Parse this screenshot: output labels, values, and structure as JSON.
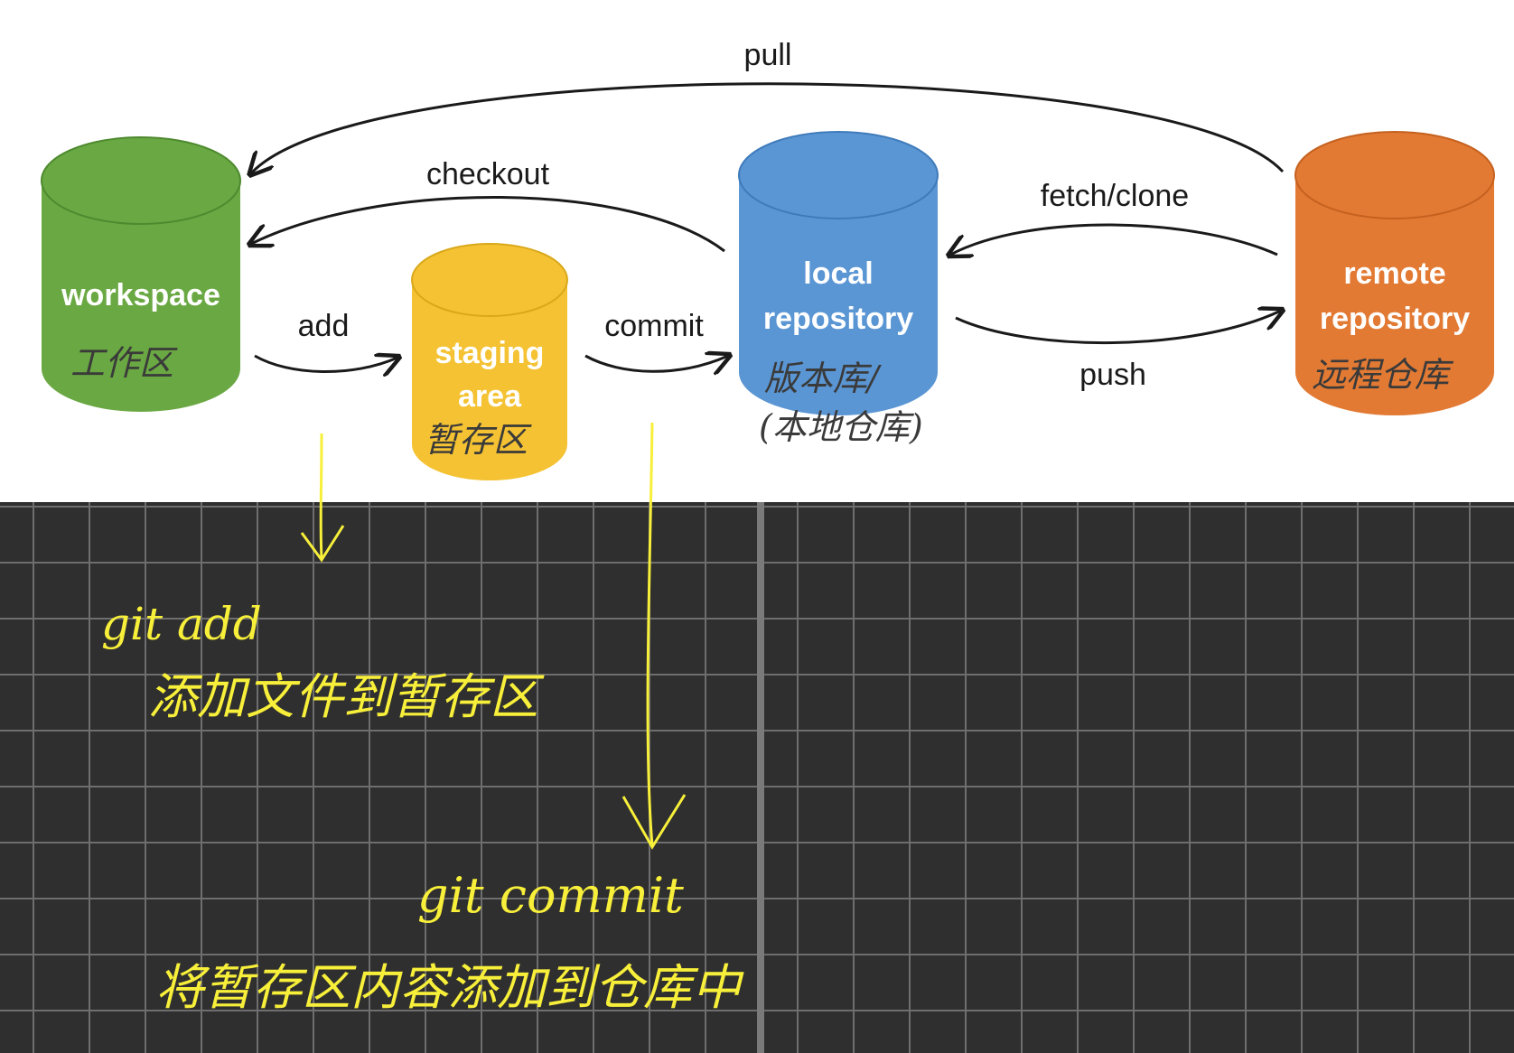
{
  "stores": {
    "workspace": {
      "label": "workspace",
      "note": "工作区",
      "color": "#6aa843"
    },
    "staging": {
      "label_line1": "staging",
      "label_line2": "area",
      "note": "暂存区",
      "color": "#f4c232"
    },
    "local": {
      "label_line1": "local",
      "label_line2": "repository",
      "note_line1": "版本库/",
      "note_line2": "(本地仓库)",
      "color": "#5b96d4"
    },
    "remote": {
      "label_line1": "remote",
      "label_line2": "repository",
      "note": "远程仓库",
      "color": "#e27a34"
    }
  },
  "operations": {
    "pull": "pull",
    "checkout": "checkout",
    "fetch_clone": "fetch/clone",
    "add": "add",
    "commit": "commit",
    "push": "push"
  },
  "annotations": {
    "git_add": "git add",
    "git_add_desc": "添加文件到暂存区",
    "git_commit": "git commit",
    "git_commit_desc": "将暂存区内容添加到仓库中"
  },
  "colors": {
    "annotation": "#f7ef3a",
    "board": "#2f2f2f",
    "grid": "#6e6e6e"
  }
}
